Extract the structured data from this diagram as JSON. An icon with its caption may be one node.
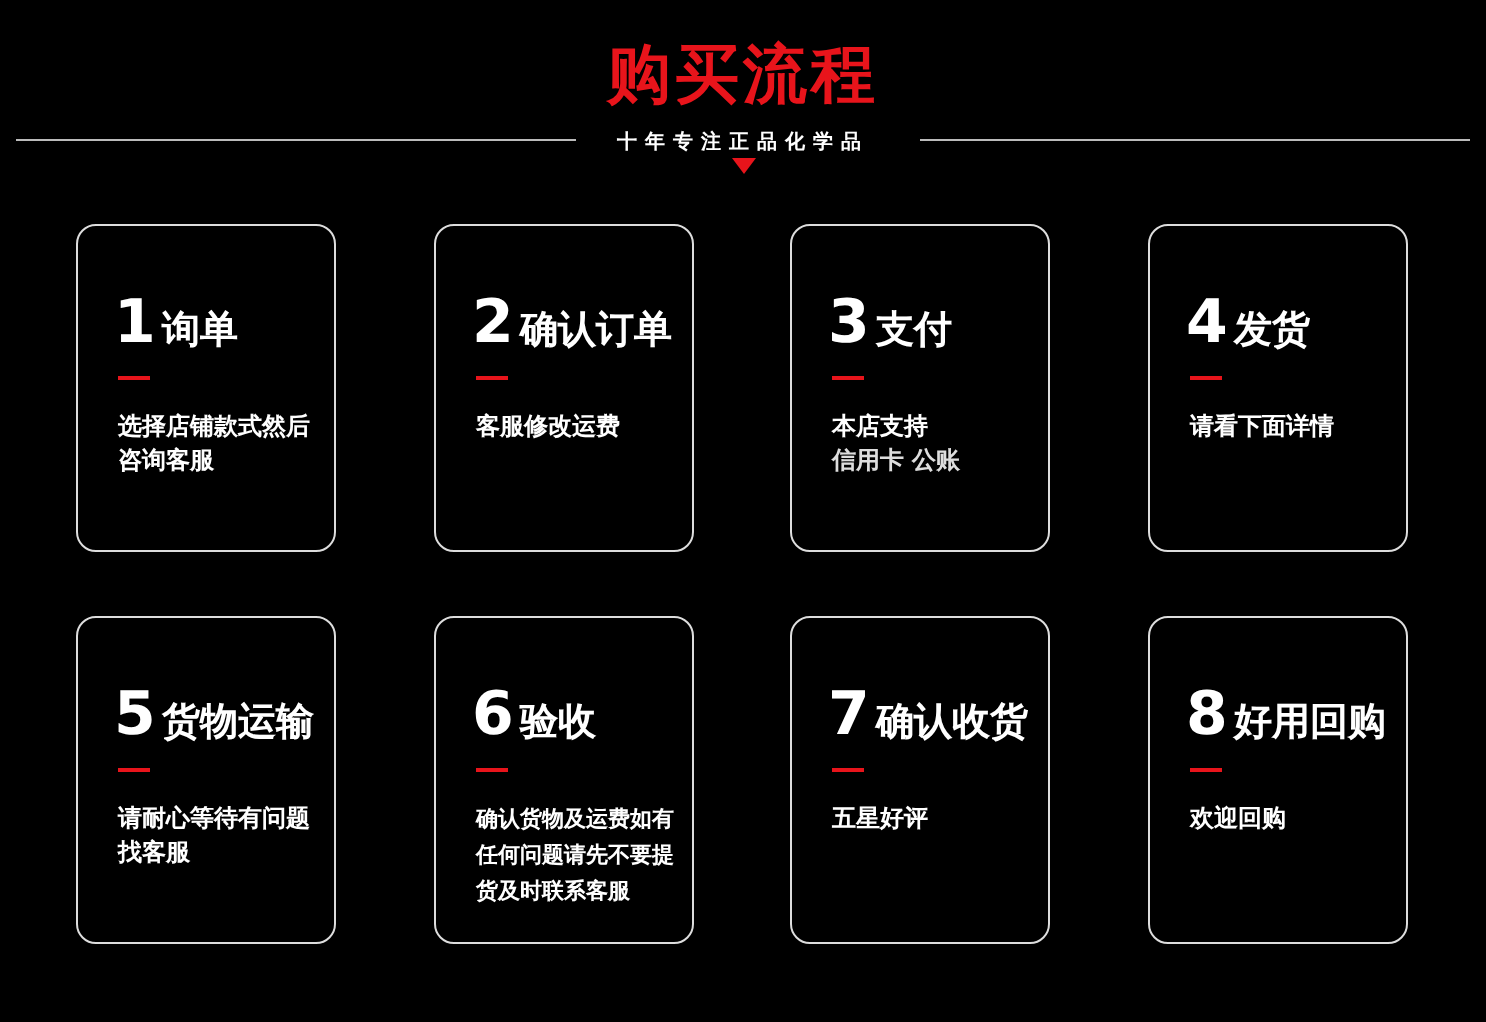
{
  "diagram": {
    "title": "购买流程",
    "labels": [
      "十年专注正品化学品"
    ],
    "nodes": [
      {
        "text": [
          "1",
          "询单",
          "选择店铺款式然后咨询客服"
        ]
      },
      {
        "text": [
          "2",
          "确认订单",
          "客服修改运费"
        ]
      },
      {
        "text": [
          "3",
          "支付",
          "本店支持",
          "信用卡 公账"
        ]
      },
      {
        "text": [
          "4",
          "发货",
          "请看下面详情"
        ]
      },
      {
        "text": [
          "5",
          "货物运输",
          "请耐心等待有问题找客服"
        ]
      },
      {
        "text": [
          "6",
          "验收",
          "确认货物及运费如有任何问题请先不要提货及时联系客服"
        ]
      },
      {
        "text": [
          "7",
          "确认收货",
          "五星好评"
        ]
      },
      {
        "text": [
          "8",
          "好用回购",
          "欢迎回购"
        ]
      }
    ]
  }
}
